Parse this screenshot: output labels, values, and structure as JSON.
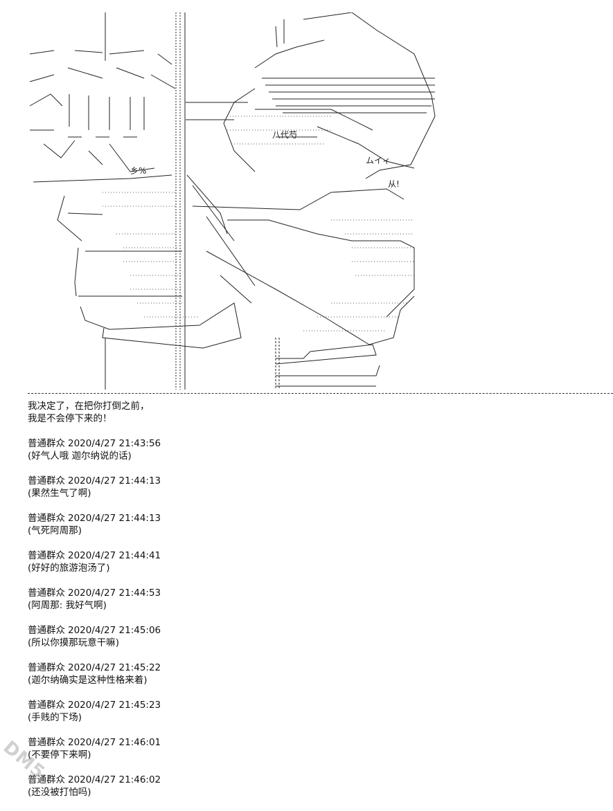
{
  "narration": [
    "我决定了，在把你打倒之前，",
    "我是不会停下来的！"
  ],
  "comments": [
    {
      "user": "普通群众",
      "time": "2020/4/27 21:43:56",
      "text": "(好气人哦 迦尔纳说的话)"
    },
    {
      "user": "普通群众",
      "time": "2020/4/27 21:44:13",
      "text": "(果然生气了啊)"
    },
    {
      "user": "普通群众",
      "time": "2020/4/27 21:44:13",
      "text": "(气死阿周那)"
    },
    {
      "user": "普通群众",
      "time": "2020/4/27 21:44:41",
      "text": "(好好的旅游泡汤了)"
    },
    {
      "user": "普通群众",
      "time": "2020/4/27 21:44:53",
      "text": "(阿周那: 我好气啊)"
    },
    {
      "user": "普通群众",
      "time": "2020/4/27 21:45:06",
      "text": "(所以你摸那玩意干嘛)"
    },
    {
      "user": "普通群众",
      "time": "2020/4/27 21:45:22",
      "text": "(迦尔纳确实是这种性格来着)"
    },
    {
      "user": "普通群众",
      "time": "2020/4/27 21:45:23",
      "text": "(手贱的下场)"
    },
    {
      "user": "普通群众",
      "time": "2020/4/27 21:46:01",
      "text": "(不要停下来啊)"
    },
    {
      "user": "普通群众",
      "time": "2020/4/27 21:46:02",
      "text": "(还没被打怕吗)"
    }
  ],
  "art": {
    "text_fragments": [
      "八代芍",
      "ムイィ",
      "从!",
      "乡%"
    ]
  },
  "watermark": "DM5"
}
